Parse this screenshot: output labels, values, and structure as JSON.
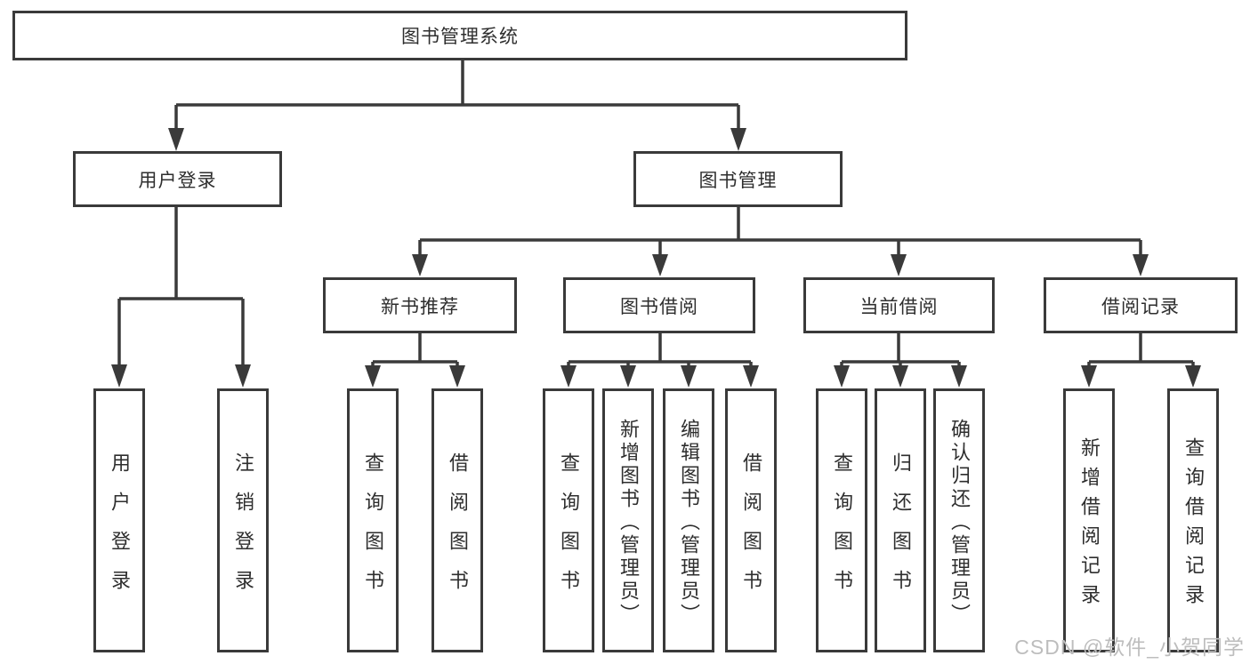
{
  "tree": {
    "root": {
      "label": "图书管理系统"
    },
    "level2": [
      {
        "label": "用户登录"
      },
      {
        "label": "图书管理"
      }
    ],
    "level3": [
      {
        "label": "新书推荐"
      },
      {
        "label": "图书借阅"
      },
      {
        "label": "当前借阅"
      },
      {
        "label": "借阅记录"
      }
    ],
    "leaves": {
      "user": [
        "用户登录",
        "注销登录"
      ],
      "recommend": [
        "查询图书",
        "借阅图书"
      ],
      "borrow": [
        "查询图书",
        "新增图书（管理员）",
        "编辑图书（管理员）",
        "借阅图书"
      ],
      "current": [
        "查询图书",
        "归还图书",
        "确认归还（管理员）"
      ],
      "records": [
        "新增借阅记录",
        "查询借阅记录"
      ]
    }
  },
  "watermark": "CSDN @软件_小贺同学",
  "colors": {
    "line": "#3a3a3a",
    "text": "#2e2e2e",
    "watermark": "#bdbdbd",
    "bg": "#ffffff"
  }
}
